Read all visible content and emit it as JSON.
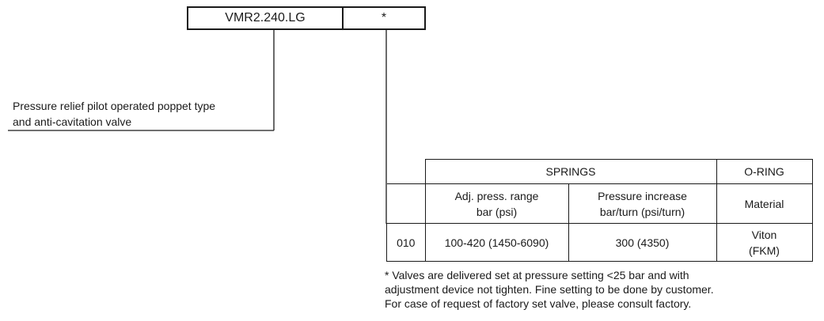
{
  "code": {
    "model": "VMR2.240.LG",
    "option": "*"
  },
  "description": {
    "line1": "Pressure relief pilot operated poppet type",
    "line2": "and anti-cavitation valve"
  },
  "table": {
    "group_headers": [
      "SPRINGS",
      "O-RING"
    ],
    "column_headers": [
      {
        "line1": "Adj. press. range",
        "line2": "bar (psi)"
      },
      {
        "line1": "Pressure increase",
        "line2": "bar/turn (psi/turn)"
      },
      {
        "line1": "Material",
        "line2": ""
      }
    ],
    "rows": [
      {
        "code": "010",
        "range": "100-420 (1450-6090)",
        "increase": "300 (4350)",
        "material_line1": "Viton",
        "material_line2": "(FKM)"
      }
    ]
  },
  "note": {
    "line1": "* Valves are delivered set at pressure setting <25 bar and with",
    "line2": "adjustment device not tighten. Fine setting to be done by customer.",
    "line3": "For case of request of factory set valve, please consult factory."
  }
}
